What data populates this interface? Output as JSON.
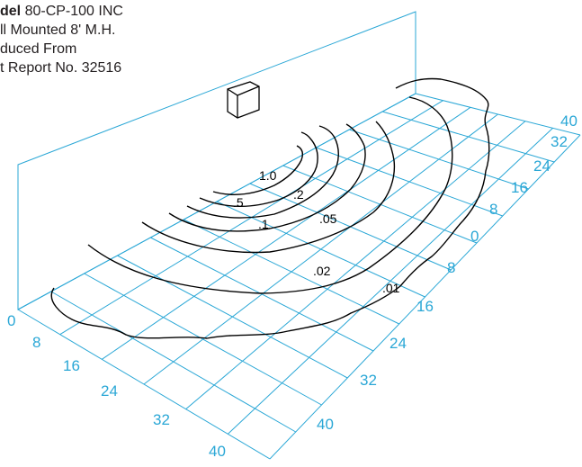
{
  "caption": {
    "model_label": "del",
    "model_value": " 80-CP-100 INC",
    "line2": "ll Mounted 8' M.H.",
    "line3": "duced From",
    "line4": "t Report No. 32516"
  },
  "axes": {
    "front_edge_ticks": [
      "0",
      "8",
      "16",
      "24",
      "32",
      "40"
    ],
    "right_edge_far_ticks": [
      "40",
      "32",
      "24",
      "16",
      "8",
      "0"
    ],
    "right_edge_near_ticks": [
      "8",
      "16",
      "24",
      "32",
      "40"
    ]
  },
  "contours": {
    "labels": [
      "1.0",
      ".5",
      ".2",
      ".1",
      ".05",
      ".02",
      ".01"
    ]
  },
  "colors": {
    "grid": "#2aa7d6",
    "contour": "#000000",
    "text": "#231f20"
  }
}
